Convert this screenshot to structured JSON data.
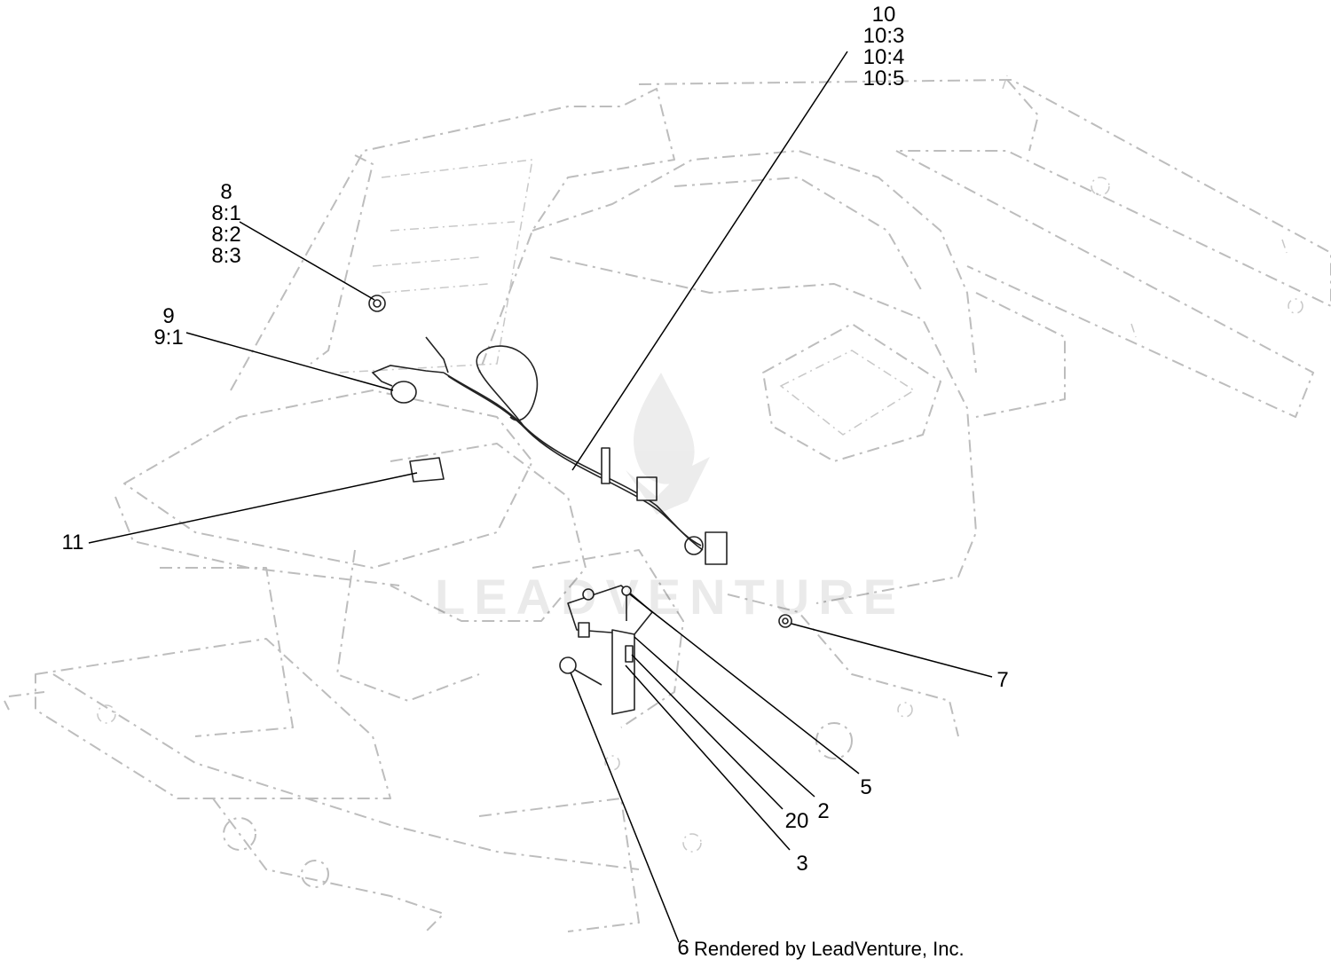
{
  "watermark": {
    "text": "LEADVENTURE",
    "icon": "flame-logo-icon"
  },
  "credit": "Rendered by LeadVenture, Inc.",
  "callouts": [
    {
      "id": "10",
      "lines": [
        "10",
        "10:3",
        "10:4",
        "10:5"
      ]
    },
    {
      "id": "8",
      "lines": [
        "8",
        "8:1",
        "8:2",
        "8:3"
      ]
    },
    {
      "id": "9",
      "lines": [
        "9",
        "9:1"
      ]
    },
    {
      "id": "11",
      "lines": [
        "11"
      ]
    },
    {
      "id": "7",
      "lines": [
        "7"
      ]
    },
    {
      "id": "5",
      "lines": [
        "5"
      ]
    },
    {
      "id": "20",
      "lines": [
        "20"
      ]
    },
    {
      "id": "2",
      "lines": [
        "2"
      ]
    },
    {
      "id": "3",
      "lines": [
        "3"
      ]
    },
    {
      "id": "6",
      "lines": [
        "6"
      ]
    }
  ],
  "colors": {
    "ghost_frame": "#bdbdbd",
    "parts": "#222222",
    "leaders": "#000000"
  }
}
